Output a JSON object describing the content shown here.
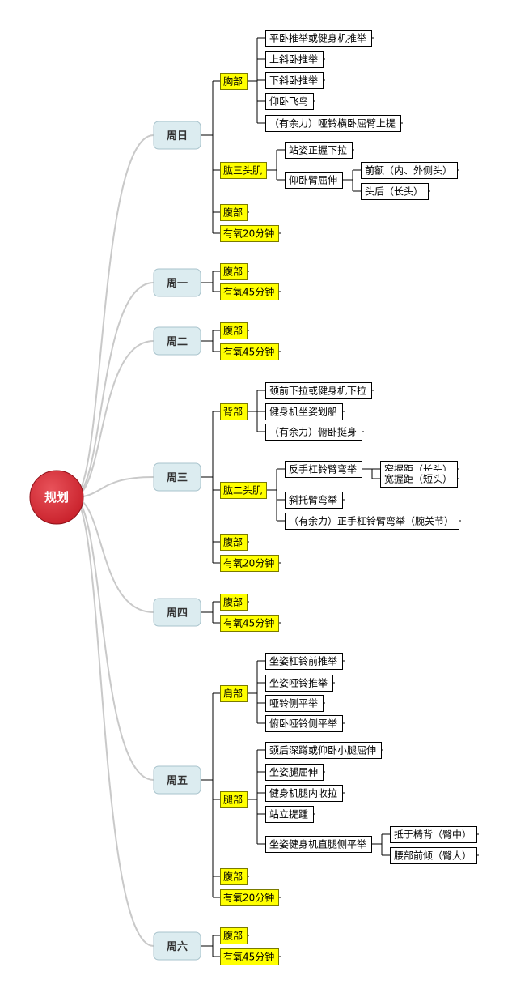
{
  "root": "规划",
  "colors": {
    "root_fill": "#c8202a",
    "day_fill": "#dcecf0",
    "day_stroke": "#a9c3cc",
    "category_fill": "#ffff00",
    "category_stroke": "#7a7a00",
    "leaf_fill": "#ffffff",
    "leaf_stroke": "#000000",
    "curve": "#c9c9c9"
  },
  "days": [
    {
      "label": "周日",
      "categories": [
        {
          "label": "胸部",
          "children": [
            {
              "label": "平卧推举或健身机推举"
            },
            {
              "label": "上斜卧推举"
            },
            {
              "label": "下斜卧推举"
            },
            {
              "label": "仰卧飞鸟"
            },
            {
              "label": "（有余力）哑铃横卧屈臂上提"
            }
          ]
        },
        {
          "label": "肱三头肌",
          "children": [
            {
              "label": "站姿正握下拉"
            },
            {
              "label": "仰卧臂屈伸",
              "children": [
                {
                  "label": "前额（内、外侧头）"
                },
                {
                  "label": "头后（长头）"
                }
              ]
            }
          ]
        },
        {
          "label": "腹部"
        },
        {
          "label": "有氧20分钟"
        }
      ]
    },
    {
      "label": "周一",
      "categories": [
        {
          "label": "腹部"
        },
        {
          "label": "有氧45分钟"
        }
      ]
    },
    {
      "label": "周二",
      "categories": [
        {
          "label": "腹部"
        },
        {
          "label": "有氧45分钟"
        }
      ]
    },
    {
      "label": "周三",
      "categories": [
        {
          "label": "背部",
          "children": [
            {
              "label": "颈前下拉或健身机下拉"
            },
            {
              "label": "健身机坐姿划船"
            },
            {
              "label": "（有余力）俯卧挺身"
            }
          ]
        },
        {
          "label": "肱二头肌",
          "children": [
            {
              "label": "反手杠铃臂弯举",
              "children": [
                {
                  "label": "窄握距（长头）"
                },
                {
                  "label": "宽握距（短头）"
                }
              ]
            },
            {
              "label": "斜托臂弯举"
            },
            {
              "label": "（有余力）正手杠铃臂弯举（腕关节）"
            }
          ]
        },
        {
          "label": "腹部"
        },
        {
          "label": "有氧20分钟"
        }
      ]
    },
    {
      "label": "周四",
      "categories": [
        {
          "label": "腹部"
        },
        {
          "label": "有氧45分钟"
        }
      ]
    },
    {
      "label": "周五",
      "categories": [
        {
          "label": "肩部",
          "children": [
            {
              "label": "坐姿杠铃前推举"
            },
            {
              "label": "坐姿哑铃推举"
            },
            {
              "label": "哑铃侧平举"
            },
            {
              "label": "俯卧哑铃侧平举"
            }
          ]
        },
        {
          "label": "腿部",
          "children": [
            {
              "label": "颈后深蹲或仰卧小腿屈伸"
            },
            {
              "label": "坐姿腿屈伸"
            },
            {
              "label": "健身机腿内收拉"
            },
            {
              "label": "站立提踵"
            },
            {
              "label": "坐姿健身机直腿侧平举",
              "children": [
                {
                  "label": "抵于椅背（臀中）"
                },
                {
                  "label": "腰部前倾（臀大）"
                }
              ]
            }
          ]
        },
        {
          "label": "腹部"
        },
        {
          "label": "有氧20分钟"
        }
      ]
    },
    {
      "label": "周六",
      "categories": [
        {
          "label": "腹部"
        },
        {
          "label": "有氧45分钟"
        }
      ]
    }
  ]
}
